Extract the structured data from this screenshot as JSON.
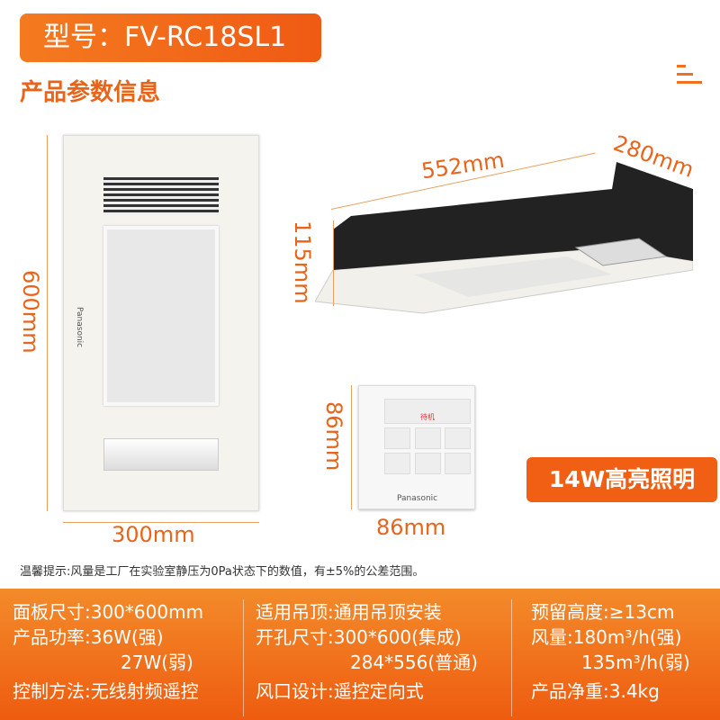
{
  "header": {
    "model": "型号：FV-RC18SL1",
    "section_title": "产品参数信息"
  },
  "dimensions": {
    "panel_height": "600mm",
    "panel_width": "300mm",
    "unit_length": "552mm",
    "unit_depth": "280mm",
    "unit_height": "115mm",
    "remote_height": "86mm",
    "remote_width": "86mm"
  },
  "product": {
    "brand": "Panasonic",
    "remote_power_label": "待机"
  },
  "badge": "14W高亮照明",
  "note": "温馨提示:风量是工厂在实验室静压为0Pa状态下的数值，有±5%的公差范围。",
  "specs": {
    "col1": [
      "面板尺寸:300*600mm",
      "产品功率:36W(强)",
      "27W(弱)",
      "控制方法:无线射频遥控"
    ],
    "col2": [
      "适用吊顶:通用吊顶安装",
      "开孔尺寸:300*600(集成)",
      "284*556(普通)",
      "风口设计:遥控定向式"
    ],
    "col3": [
      "预留高度:≥13cm",
      "风量:180m³/h(强)",
      "135m³/h(弱)",
      "产品净重:3.4kg"
    ]
  },
  "colors": {
    "accent": "#f05f14"
  }
}
